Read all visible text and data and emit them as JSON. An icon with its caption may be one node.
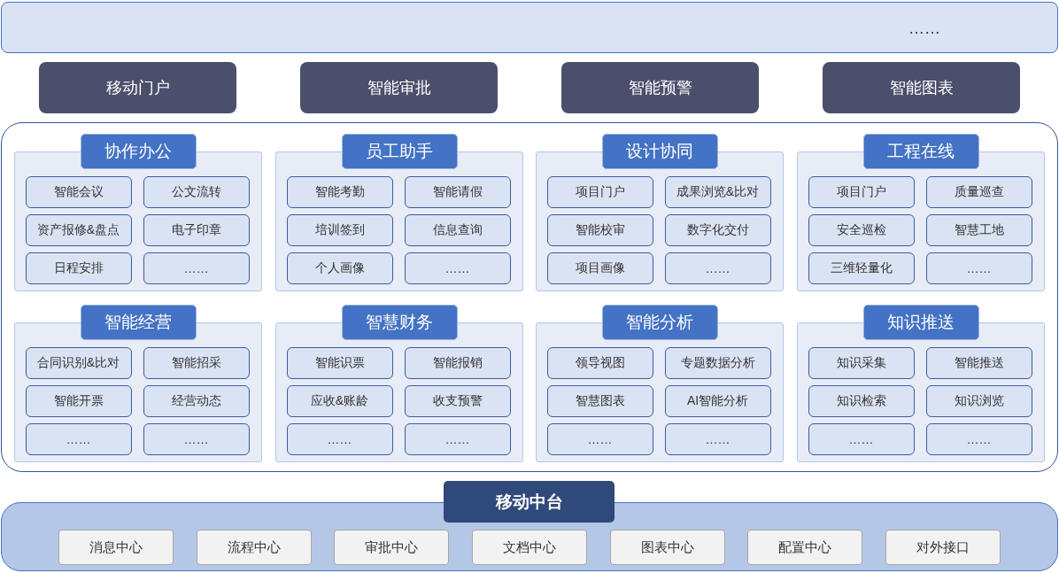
{
  "diagram": {
    "nodes": [
      {
        "text": [
          "……"
        ]
      },
      {
        "text": [
          "移动门户"
        ]
      },
      {
        "text": [
          "智能审批"
        ]
      },
      {
        "text": [
          "智能预警"
        ]
      },
      {
        "text": [
          "智能图表"
        ]
      },
      {
        "text": [],
        "shape": "box"
      },
      {
        "text": [
          "协作办公"
        ],
        "in": 5
      },
      {
        "text": [
          "智能会议"
        ],
        "in": 6
      },
      {
        "text": [
          "公文流转"
        ],
        "in": 6
      },
      {
        "text": [
          "资产报修&盘点"
        ],
        "in": 6
      },
      {
        "text": [
          "电子印章"
        ],
        "in": 6
      },
      {
        "text": [
          "日程安排"
        ],
        "in": 6
      },
      {
        "text": [
          "……"
        ],
        "in": 6
      },
      {
        "text": [
          "员工助手"
        ],
        "in": 5
      },
      {
        "text": [
          "智能考勤"
        ],
        "in": 13
      },
      {
        "text": [
          "智能请假"
        ],
        "in": 13
      },
      {
        "text": [
          "培训签到"
        ],
        "in": 13
      },
      {
        "text": [
          "信息查询"
        ],
        "in": 13
      },
      {
        "text": [
          "个人画像"
        ],
        "in": 13
      },
      {
        "text": [
          "……"
        ],
        "in": 13
      },
      {
        "text": [
          "设计协同"
        ],
        "in": 5
      },
      {
        "text": [
          "项目门户"
        ],
        "in": 20
      },
      {
        "text": [
          "成果浏览&比对"
        ],
        "in": 20
      },
      {
        "text": [
          "智能校审"
        ],
        "in": 20
      },
      {
        "text": [
          "数字化交付"
        ],
        "in": 20
      },
      {
        "text": [
          "项目画像"
        ],
        "in": 20
      },
      {
        "text": [
          "……"
        ],
        "in": 20
      },
      {
        "text": [
          "工程在线"
        ],
        "in": 5
      },
      {
        "text": [
          "项目门户"
        ],
        "in": 27
      },
      {
        "text": [
          "质量巡查"
        ],
        "in": 27
      },
      {
        "text": [
          "安全巡检"
        ],
        "in": 27
      },
      {
        "text": [
          "智慧工地"
        ],
        "in": 27
      },
      {
        "text": [
          "三维轻量化"
        ],
        "in": 27
      },
      {
        "text": [
          "……"
        ],
        "in": 27
      },
      {
        "text": [
          "智能经营"
        ],
        "in": 5
      },
      {
        "text": [
          "合同识别&比对"
        ],
        "in": 34
      },
      {
        "text": [
          "智能招采"
        ],
        "in": 34
      },
      {
        "text": [
          "智能开票"
        ],
        "in": 34
      },
      {
        "text": [
          "经营动态"
        ],
        "in": 34
      },
      {
        "text": [
          "……"
        ],
        "in": 34
      },
      {
        "text": [
          "……"
        ],
        "in": 34
      },
      {
        "text": [
          "智慧财务"
        ],
        "in": 5
      },
      {
        "text": [
          "智能识票"
        ],
        "in": 41
      },
      {
        "text": [
          "智能报销"
        ],
        "in": 41
      },
      {
        "text": [
          "应收&账龄"
        ],
        "in": 41
      },
      {
        "text": [
          "收支预警"
        ],
        "in": 41
      },
      {
        "text": [
          "……"
        ],
        "in": 41
      },
      {
        "text": [
          "……"
        ],
        "in": 41
      },
      {
        "text": [
          "智能分析"
        ],
        "in": 5
      },
      {
        "text": [
          "领导视图"
        ],
        "in": 48
      },
      {
        "text": [
          "专题数据分析"
        ],
        "in": 48
      },
      {
        "text": [
          "智慧图表"
        ],
        "in": 48
      },
      {
        "text": [
          "AI智能分析"
        ],
        "in": 48
      },
      {
        "text": [
          "……"
        ],
        "in": 48
      },
      {
        "text": [
          "……"
        ],
        "in": 48
      },
      {
        "text": [
          "知识推送"
        ],
        "in": 5
      },
      {
        "text": [
          "知识采集"
        ],
        "in": 55
      },
      {
        "text": [
          "智能推送"
        ],
        "in": 55
      },
      {
        "text": [
          "知识检索"
        ],
        "in": 55
      },
      {
        "text": [
          "知识浏览"
        ],
        "in": 55
      },
      {
        "text": [
          "……"
        ],
        "in": 55
      },
      {
        "text": [
          "……"
        ],
        "in": 55
      },
      {
        "text": [
          "移动中台"
        ]
      },
      {
        "text": [
          "消息中心"
        ],
        "in": 62
      },
      {
        "text": [
          "流程中心"
        ],
        "in": 62
      },
      {
        "text": [
          "审批中心"
        ],
        "in": 62
      },
      {
        "text": [
          "文档中心"
        ],
        "in": 62
      },
      {
        "text": [
          "图表中心"
        ],
        "in": 62
      },
      {
        "text": [
          "配置中心"
        ],
        "in": 62
      },
      {
        "text": [
          "对外接口"
        ],
        "in": 62
      }
    ]
  }
}
